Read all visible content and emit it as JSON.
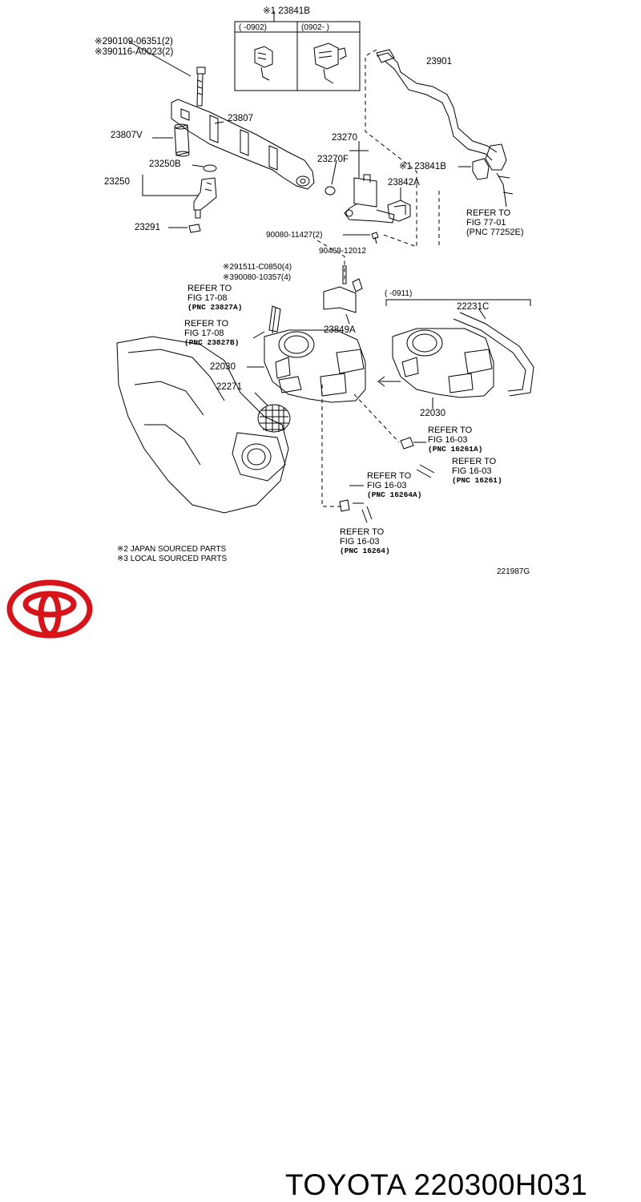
{
  "labels": {
    "p23841b_top": "※1 23841B",
    "range_left": "(     -0902)",
    "range_right": "(0902-      )",
    "p90109": "※290109-06351(2)",
    "p90116": "※390116-A0023(2)",
    "p23901": "23901",
    "p23807": "23807",
    "p23807v": "23807V",
    "p23270": "23270",
    "p23270f": "23270F",
    "p23250b": "23250B",
    "p23250": "23250",
    "p23841b_right": "※1 23841B",
    "p23842a": "23842A",
    "p23291": "23291",
    "p90080a": "90080-11427(2)",
    "p90469": "90469-12012",
    "p91511": "※291511-C0850(4)",
    "p90080b": "※390080-10357(4)",
    "range_0911": "(     -0911)",
    "p23849a": "23849A",
    "p22231c": "22231C",
    "p22030_left": "22030",
    "p22271": "22271",
    "p22030_right": "22030",
    "note_japan": "※2 JAPAN SOURCED PARTS",
    "note_local": "※3 LOCAL SOURCED PARTS",
    "diagram_id": "221987G"
  },
  "refs": {
    "r77": {
      "l1": "REFER TO",
      "l2": "FIG 77-01",
      "l3": "(PNC 77252E)"
    },
    "r23827a": {
      "l1": "REFER TO",
      "l2": "FIG 17-08",
      "l3": "(PNC 23827A)"
    },
    "r23827b": {
      "l1": "REFER TO",
      "l2": "FIG 17-08",
      "l3": "(PNC 23827B)"
    },
    "r16261a": {
      "l1": "REFER TO",
      "l2": "FIG 16-03",
      "l3": "(PNC 16261A)"
    },
    "r16261": {
      "l1": "REFER TO",
      "l2": "FIG 16-03",
      "l3": "(PNC 16261)"
    },
    "r16264a": {
      "l1": "REFER TO",
      "l2": "FIG 16-03",
      "l3": "(PNC 16264A)"
    },
    "r16264": {
      "l1": "REFER TO",
      "l2": "FIG 16-03",
      "l3": "(PNC 16264)"
    }
  },
  "footer": {
    "brand_part": "TOYOTA 220300H031",
    "logo_icon": "toyota-logo-icon",
    "logo_color": "#d7141a"
  }
}
